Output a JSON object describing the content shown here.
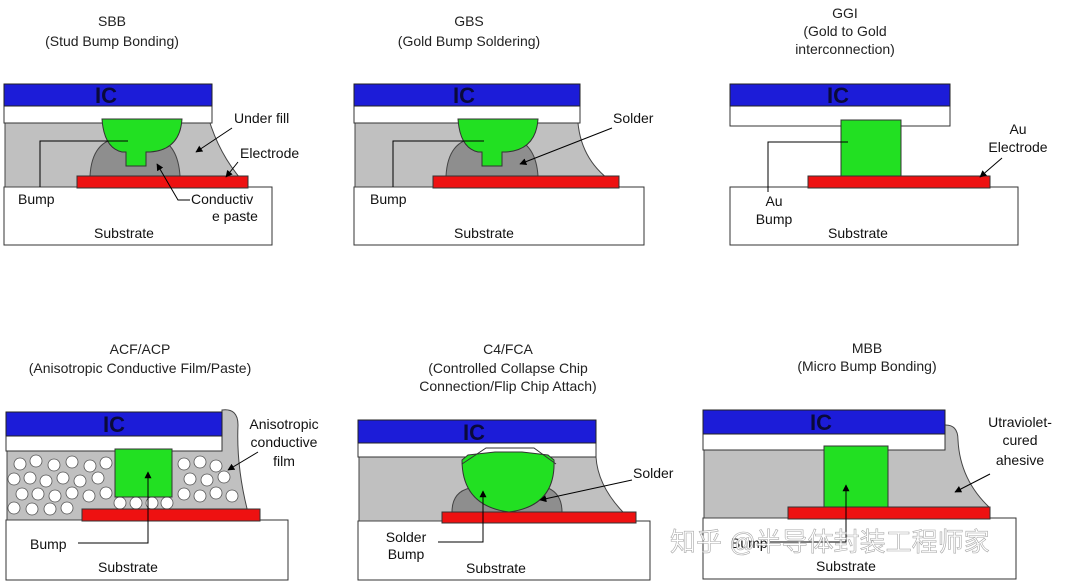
{
  "colors": {
    "ic": "#1c1cd8",
    "bump": "#22e022",
    "electrode": "#ee1111",
    "underfill": "#c0c0c0",
    "paste": "#8e8e8e",
    "substrate": "#ffffff"
  },
  "panels": {
    "sbb": {
      "title1": "SBB",
      "title2": "(Stud Bump Bonding)",
      "ic": "IC",
      "under_fill": "Under fill",
      "electrode": "Electrode",
      "bump": "Bump",
      "conductive_paste_1": "Conductiv",
      "conductive_paste_2": "e paste",
      "substrate": "Substrate"
    },
    "gbs": {
      "title1": "GBS",
      "title2": "(Gold Bump Soldering)",
      "ic": "IC",
      "solder": "Solder",
      "bump": "Bump",
      "substrate": "Substrate"
    },
    "ggi": {
      "title1": "GGI",
      "title2": "(Gold to Gold",
      "title3": "interconnection)",
      "ic": "IC",
      "au_electrode_1": "Au",
      "au_electrode_2": "Electrode",
      "au_bump_1": "Au",
      "au_bump_2": "Bump",
      "substrate": "Substrate"
    },
    "acf": {
      "title1": "ACF/ACP",
      "title2": "(Anisotropic Conductive Film/Paste)",
      "ic": "IC",
      "film_1": "Anisotropic",
      "film_2": "conductive",
      "film_3": "film",
      "bump": "Bump",
      "substrate": "Substrate"
    },
    "c4": {
      "title1": "C4/FCA",
      "title2": "(Controlled Collapse Chip",
      "title3": "Connection/Flip Chip Attach)",
      "ic": "IC",
      "solder": "Solder",
      "solder_bump_1": "Solder",
      "solder_bump_2": "Bump",
      "substrate": "Substrate"
    },
    "mbb": {
      "title1": "MBB",
      "title2": "(Micro Bump Bonding)",
      "ic": "IC",
      "adhesive_1": "Utraviolet-",
      "adhesive_2": "cured",
      "adhesive_3": "ahesive",
      "bump": "Bump",
      "substrate": "Substrate"
    }
  },
  "watermark": "知乎 @半导体封装工程师家"
}
